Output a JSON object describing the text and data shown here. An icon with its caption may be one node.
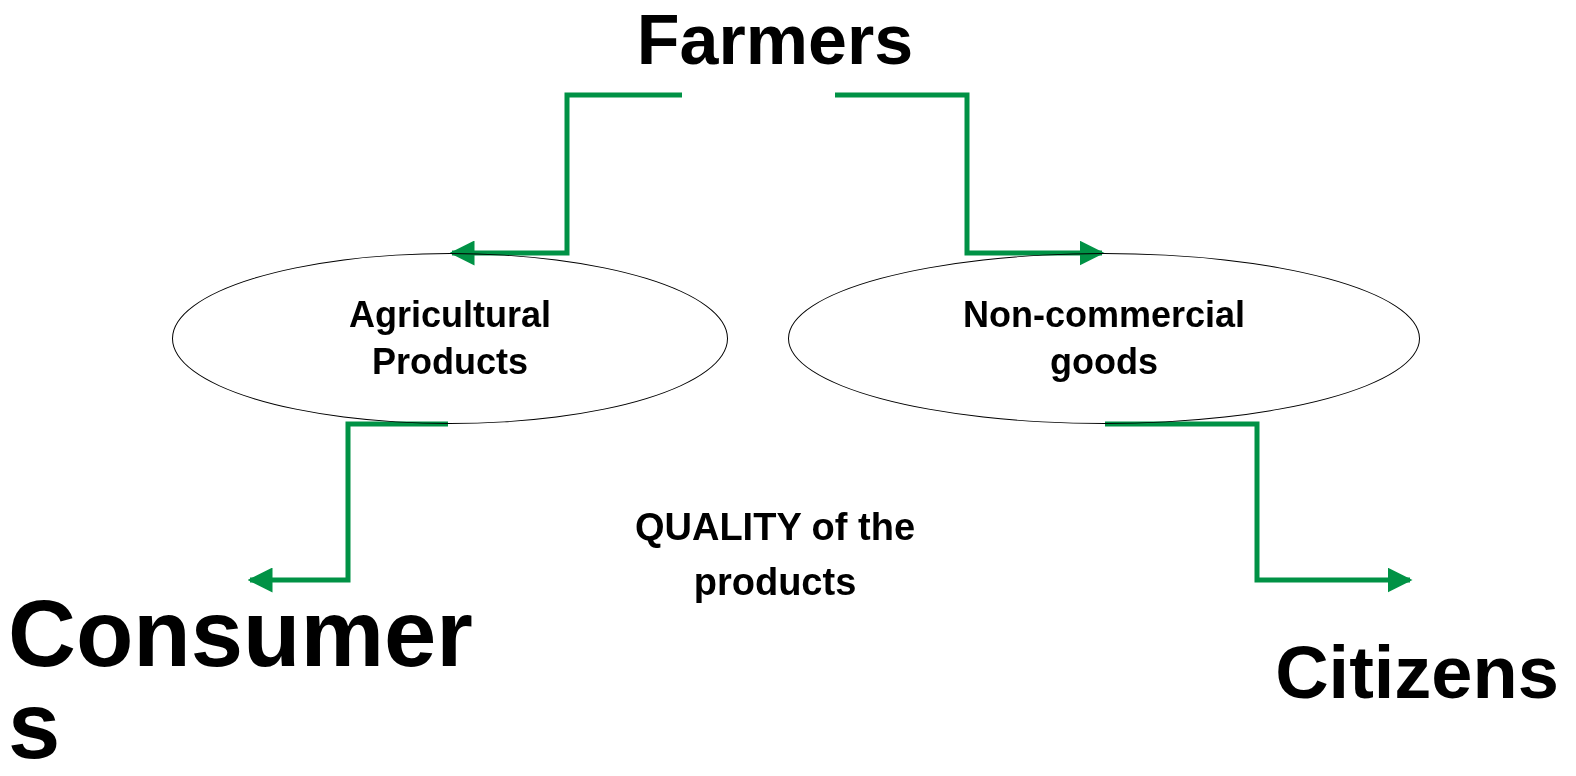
{
  "diagram": {
    "nodes": [
      {
        "text": [
          "Farmers"
        ]
      },
      {
        "text": [
          "Agricultural Products"
        ]
      },
      {
        "text": [
          "Non-commercial goods"
        ]
      },
      {
        "text": [
          "Consumers"
        ]
      },
      {
        "text": [
          "Citizens"
        ]
      }
    ],
    "edges": [
      {
        "from": 0,
        "to": 1,
        "arrow": "to"
      },
      {
        "from": 0,
        "to": 2,
        "arrow": "to"
      },
      {
        "from": 1,
        "to": 3,
        "arrow": "to"
      },
      {
        "from": 2,
        "to": 4,
        "arrow": "to"
      }
    ],
    "labels": [
      "QUALITY of the products"
    ]
  }
}
